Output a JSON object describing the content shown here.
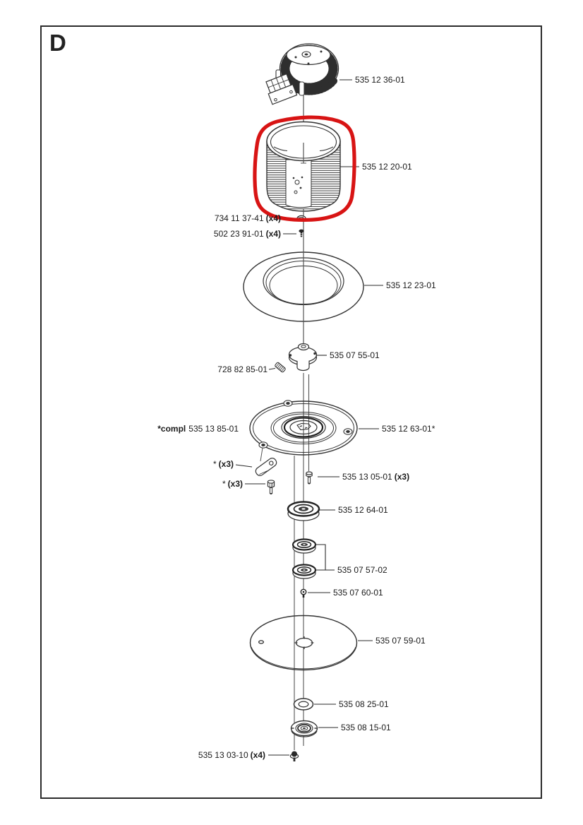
{
  "page": {
    "letter": "D"
  },
  "colors": {
    "highlight": "#d81414",
    "line": "#333333",
    "text": "#1a1a1a"
  },
  "parts": [
    {
      "id": "motor",
      "label": "535 12 36-01"
    },
    {
      "id": "cutting-cylinder",
      "label": "535 12 20-01",
      "highlighted": true
    },
    {
      "id": "washer-set",
      "label": "734 11 37-41",
      "qty": "(x4)"
    },
    {
      "id": "screw-set",
      "label": "502 23 91-01",
      "qty": "(x4)"
    },
    {
      "id": "friction-ring",
      "label": "535 12 23-01"
    },
    {
      "id": "shaft-hub",
      "label": "535 07 55-01"
    },
    {
      "id": "set-screw",
      "label": "728 82 85-01"
    },
    {
      "id": "disc-complete",
      "prefix": "*compl",
      "label": "535 13 85-01"
    },
    {
      "id": "blade-disc",
      "label": "535 12 63-01*"
    },
    {
      "id": "blade",
      "label": "*",
      "qty": "(x3)"
    },
    {
      "id": "blade-screw",
      "label": "*",
      "qty": "(x3)"
    },
    {
      "id": "disc-screw",
      "label": "535 13 05-01",
      "qty": "(x3)"
    },
    {
      "id": "bearing-large",
      "label": "535 12 64-01"
    },
    {
      "id": "bearing-pair",
      "label": "535 07 57-02"
    },
    {
      "id": "shaft-screw",
      "label": "535 07 60-01"
    },
    {
      "id": "glide-disc",
      "label": "535 07 59-01"
    },
    {
      "id": "washer",
      "label": "535 08 25-01"
    },
    {
      "id": "hub-washer",
      "label": "535 08 15-01"
    },
    {
      "id": "bottom-screw",
      "label": "535 13 03-10",
      "qty": "(x4)"
    }
  ]
}
